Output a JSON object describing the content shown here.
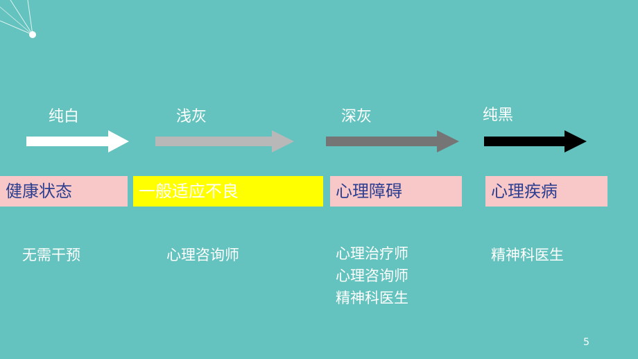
{
  "stages": [
    {
      "shade": "纯白",
      "arrow_color": "#FFFFFF",
      "state": "健康状态",
      "state_bg": "#F8C8C8",
      "state_fg": "#2C3E8F",
      "helpers": [
        "无需干预"
      ]
    },
    {
      "shade": "浅灰",
      "arrow_color": "#B8B8B8",
      "state": "一般适应不良",
      "state_bg": "#FFFF00",
      "state_fg": "#FFFFFF",
      "helpers": [
        "心理咨询师"
      ]
    },
    {
      "shade": "深灰",
      "arrow_color": "#757575",
      "state": "心理障碍",
      "state_bg": "#F8C8C8",
      "state_fg": "#2C3E8F",
      "helpers": [
        "心理治疗师",
        "心理咨询师",
        "精神科医生"
      ]
    },
    {
      "shade": "纯黑",
      "arrow_color": "#000000",
      "state": "心理疾病",
      "state_bg": "#F8C8C8",
      "state_fg": "#2C3E8F",
      "helpers": [
        "精神科医生"
      ]
    }
  ],
  "page_number": "5"
}
